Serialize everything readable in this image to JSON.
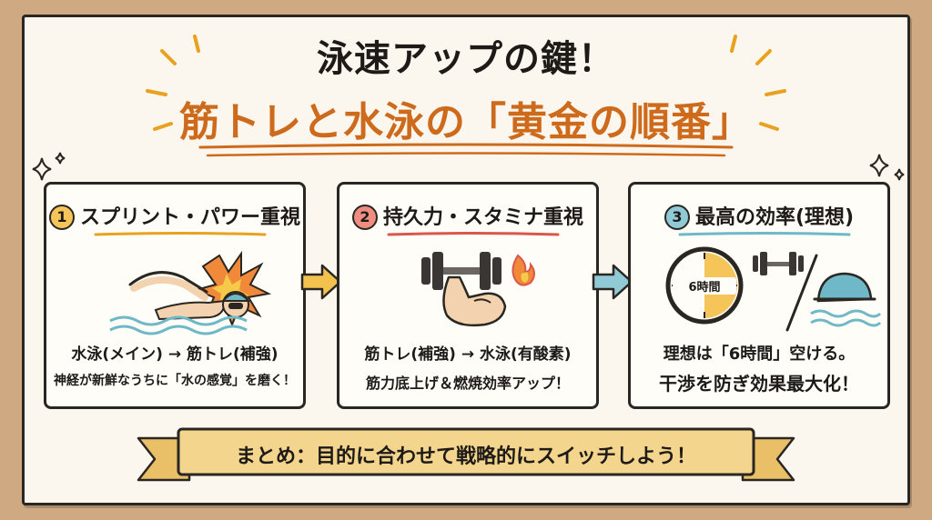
{
  "title": {
    "line1": "泳速アップの鍵！",
    "line2": "筋トレと水泳の「黄金の順番」"
  },
  "cards": [
    {
      "number": "1",
      "heading": "スプリント・パワー重視",
      "accent": "#e8a21f",
      "line1": "水泳(メイン) → 筋トレ(補強)",
      "line2": "神経が新鮮なうちに「水の感覚」を磨く！"
    },
    {
      "number": "2",
      "heading": "持久力・スタミナ重視",
      "accent": "#d9574b",
      "line1": "筋トレ(補強) → 水泳(有酸素)",
      "line2": "筋力底上げ＆燃焼効率アップ！"
    },
    {
      "number": "3",
      "heading": "最高の効率(理想)",
      "accent": "#6eb8c8",
      "clock_label": "6時間",
      "line1": "理想は「6時間」空ける。",
      "line2": "干渉を防ぎ効果最大化！"
    }
  ],
  "summary": "まとめ：目的に合わせて戦略的にスイッチしよう！",
  "colors": {
    "orange": "#cd6a1c",
    "gold": "#e8a21f",
    "red": "#d9574b",
    "teal": "#6eb8c8",
    "ribbon": "#f4d58d"
  }
}
